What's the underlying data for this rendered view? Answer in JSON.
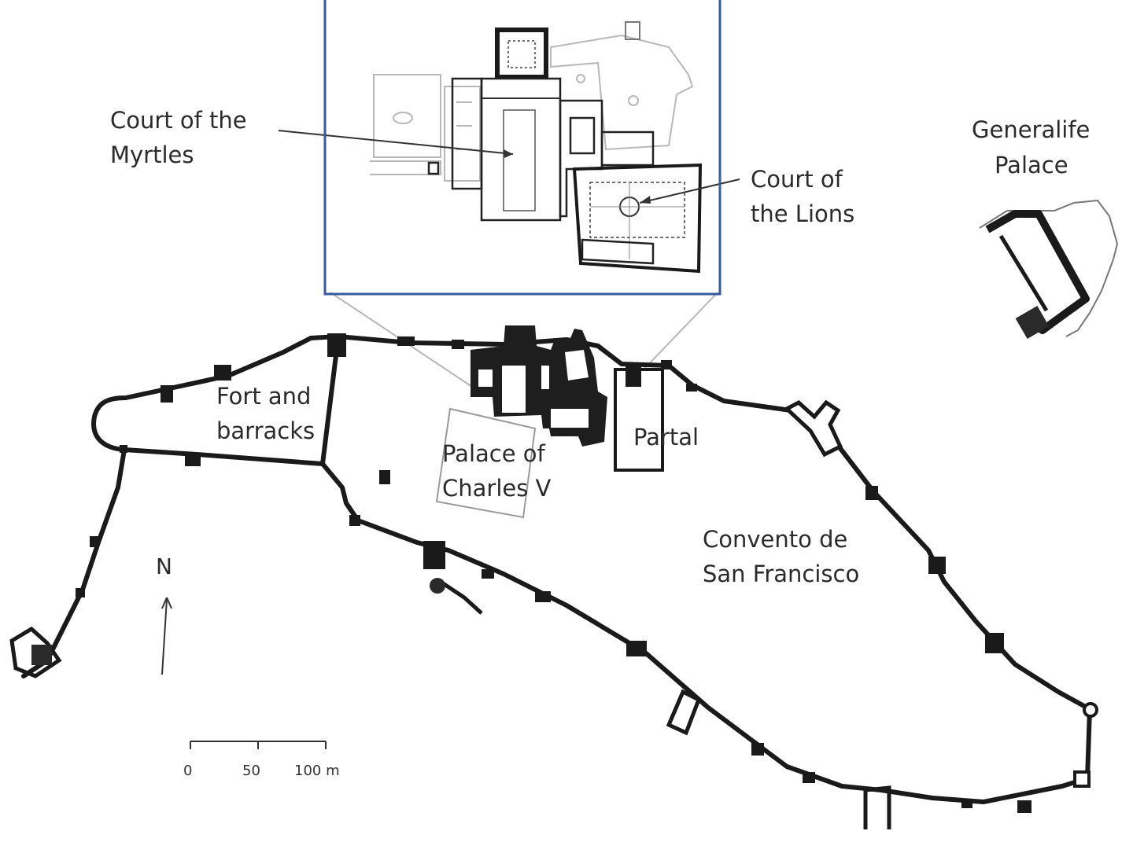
{
  "labels": {
    "court_myrtles_line1": "Court of the",
    "court_myrtles_line2": "Myrtles",
    "court_lions_line1": "Court of",
    "court_lions_line2": "the Lions",
    "generalife_line1": "Generalife",
    "generalife_line2": "Palace",
    "fort_line1": "Fort and",
    "fort_line2": "barracks",
    "partal": "Partal",
    "palace_charles_line1": "Palace of",
    "palace_charles_line2": "Charles V",
    "convento_line1": "Convento de",
    "convento_line2": "San Francisco"
  },
  "north_arrow": {
    "label": "N"
  },
  "scale_bar": {
    "ticks": [
      "0",
      "50",
      "100 m"
    ]
  },
  "colors": {
    "inset_frame": "#3a5aa0",
    "walls": "#1a1a1a"
  }
}
